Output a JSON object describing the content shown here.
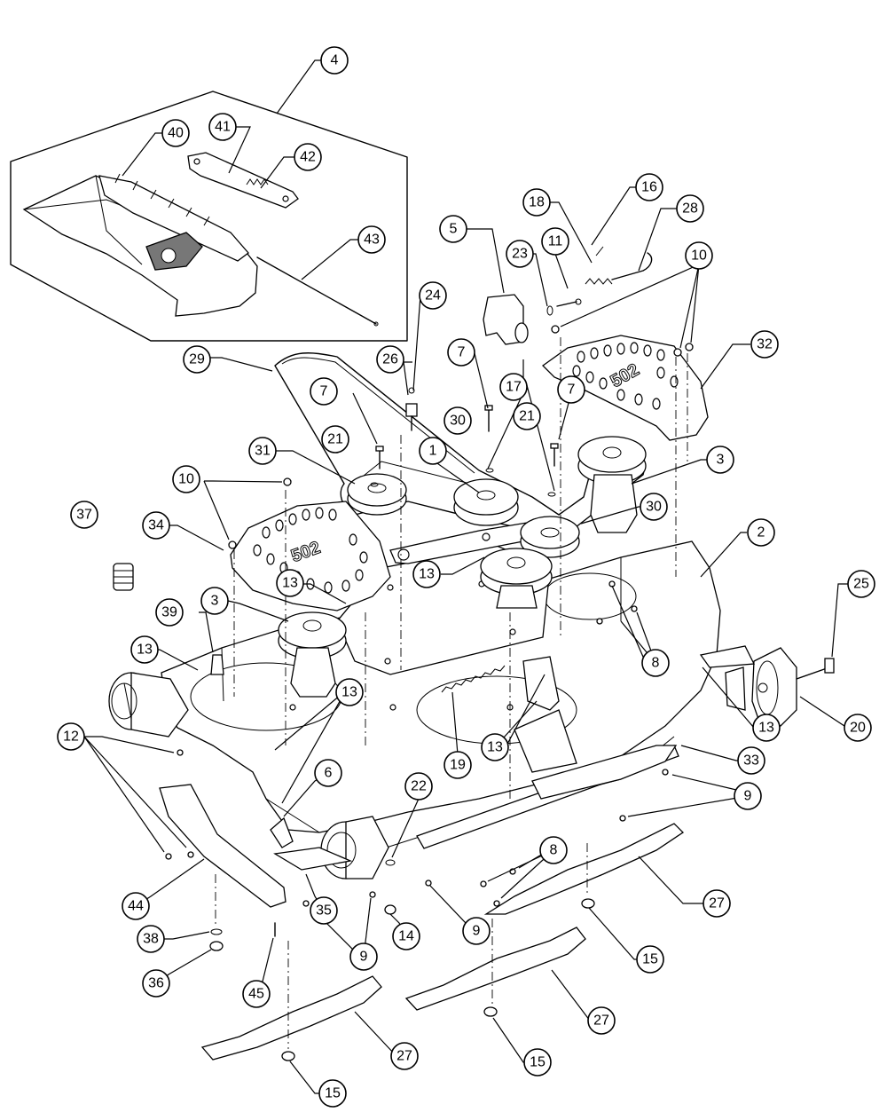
{
  "deck_marking": "502",
  "callouts": [
    {
      "id": "c4",
      "label": "4"
    },
    {
      "id": "c40",
      "label": "40"
    },
    {
      "id": "c41",
      "label": "41"
    },
    {
      "id": "c42",
      "label": "42"
    },
    {
      "id": "c43",
      "label": "43"
    },
    {
      "id": "c16",
      "label": "16"
    },
    {
      "id": "c18",
      "label": "18"
    },
    {
      "id": "c28",
      "label": "28"
    },
    {
      "id": "c5",
      "label": "5"
    },
    {
      "id": "c23",
      "label": "23"
    },
    {
      "id": "c11",
      "label": "11"
    },
    {
      "id": "c10a",
      "label": "10"
    },
    {
      "id": "c24",
      "label": "24"
    },
    {
      "id": "c29",
      "label": "29"
    },
    {
      "id": "c26",
      "label": "26"
    },
    {
      "id": "c7a",
      "label": "7"
    },
    {
      "id": "c7b",
      "label": "7"
    },
    {
      "id": "c7c",
      "label": "7"
    },
    {
      "id": "c17",
      "label": "17"
    },
    {
      "id": "c32",
      "label": "32"
    },
    {
      "id": "c30a",
      "label": "30"
    },
    {
      "id": "c21a",
      "label": "21"
    },
    {
      "id": "c21b",
      "label": "21"
    },
    {
      "id": "c1",
      "label": "1"
    },
    {
      "id": "c31",
      "label": "31"
    },
    {
      "id": "c3a",
      "label": "3"
    },
    {
      "id": "c10b",
      "label": "10"
    },
    {
      "id": "c30b",
      "label": "30"
    },
    {
      "id": "c37",
      "label": "37"
    },
    {
      "id": "c34",
      "label": "34"
    },
    {
      "id": "c2",
      "label": "2"
    },
    {
      "id": "c13a",
      "label": "13"
    },
    {
      "id": "c13b",
      "label": "13"
    },
    {
      "id": "c25",
      "label": "25"
    },
    {
      "id": "c3b",
      "label": "3"
    },
    {
      "id": "c39",
      "label": "39"
    },
    {
      "id": "c8a",
      "label": "8"
    },
    {
      "id": "c13c",
      "label": "13"
    },
    {
      "id": "c13d",
      "label": "13"
    },
    {
      "id": "c13e",
      "label": "13"
    },
    {
      "id": "c13f",
      "label": "13"
    },
    {
      "id": "c20",
      "label": "20"
    },
    {
      "id": "c12",
      "label": "12"
    },
    {
      "id": "c19",
      "label": "19"
    },
    {
      "id": "c33",
      "label": "33"
    },
    {
      "id": "c6",
      "label": "6"
    },
    {
      "id": "c9a",
      "label": "9"
    },
    {
      "id": "c22",
      "label": "22"
    },
    {
      "id": "c8b",
      "label": "8"
    },
    {
      "id": "c27a",
      "label": "27"
    },
    {
      "id": "c44",
      "label": "44"
    },
    {
      "id": "c35",
      "label": "35"
    },
    {
      "id": "c14",
      "label": "14"
    },
    {
      "id": "c9b",
      "label": "9"
    },
    {
      "id": "c38",
      "label": "38"
    },
    {
      "id": "c9c",
      "label": "9"
    },
    {
      "id": "c15a",
      "label": "15"
    },
    {
      "id": "c36",
      "label": "36"
    },
    {
      "id": "c45",
      "label": "45"
    },
    {
      "id": "c27b",
      "label": "27"
    },
    {
      "id": "c15b",
      "label": "15"
    },
    {
      "id": "c27c",
      "label": "27"
    },
    {
      "id": "c15c",
      "label": "15"
    }
  ]
}
